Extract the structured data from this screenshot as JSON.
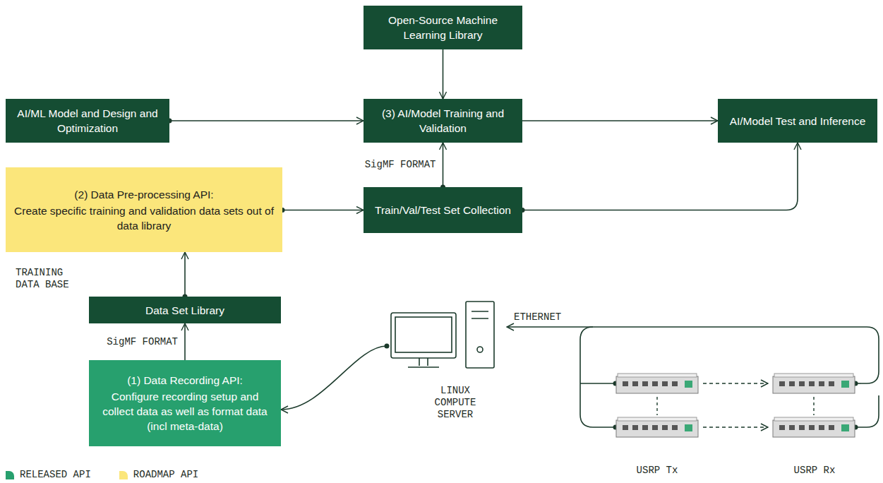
{
  "diagram": {
    "nodes": [
      {
        "text": [
          "Open-Source Machine Learning Library"
        ]
      },
      {
        "text": [
          "AI/ML Model and Design and Optimization"
        ]
      },
      {
        "text": [
          "(3) AI/Model Training and Validation"
        ]
      },
      {
        "text": [
          "AI/Model Test and Inference"
        ]
      },
      {
        "text": [
          "(2) Data Pre-processing API:",
          "Create specific training and validation data sets out of data library"
        ]
      },
      {
        "text": [
          "Train/Val/Test Set Collection"
        ]
      },
      {
        "text": [
          "TRAINING DATA BASE"
        ]
      },
      {
        "text": [
          "Data Set Library"
        ],
        "in": 6
      },
      {
        "text": [
          "(1) Data Recording API:",
          "Configure recording setup and collect data as well as format data (incl meta-data)"
        ],
        "in": 6
      },
      {
        "text": [
          "LINUX COMPUTE SERVER"
        ]
      },
      {
        "text": [
          "USRP Tx"
        ]
      },
      {
        "text": [
          "USRP Rx"
        ]
      }
    ],
    "edges": [
      {
        "from": 0,
        "to": 2,
        "arrow": "to"
      },
      {
        "from": 1,
        "to": 2,
        "arrow": "to"
      },
      {
        "from": 2,
        "to": 3,
        "arrow": "to"
      },
      {
        "from": 5,
        "to": 2,
        "label": "SigMF FORMAT",
        "arrow": "to"
      },
      {
        "from": 4,
        "to": 5,
        "arrow": "to"
      },
      {
        "from": 5,
        "to": 3,
        "arrow": "to"
      },
      {
        "from": 7,
        "to": 4,
        "arrow": "to"
      },
      {
        "from": 8,
        "to": 7,
        "label": "SigMF FORMAT",
        "arrow": "to"
      },
      {
        "from": 9,
        "to": 8,
        "arrow": "to"
      },
      {
        "from": 11,
        "to": 9,
        "label": "ETHERNET",
        "arrow": "to"
      },
      {
        "from": 10,
        "to": 11,
        "arrow": "to"
      },
      {
        "from": 10,
        "to": 11,
        "arrow": "to"
      }
    ],
    "legend": [
      {
        "text": "RELEASED API",
        "color": "#27a06e"
      },
      {
        "text": "ROADMAP API",
        "color": "#fbe67b"
      }
    ]
  }
}
